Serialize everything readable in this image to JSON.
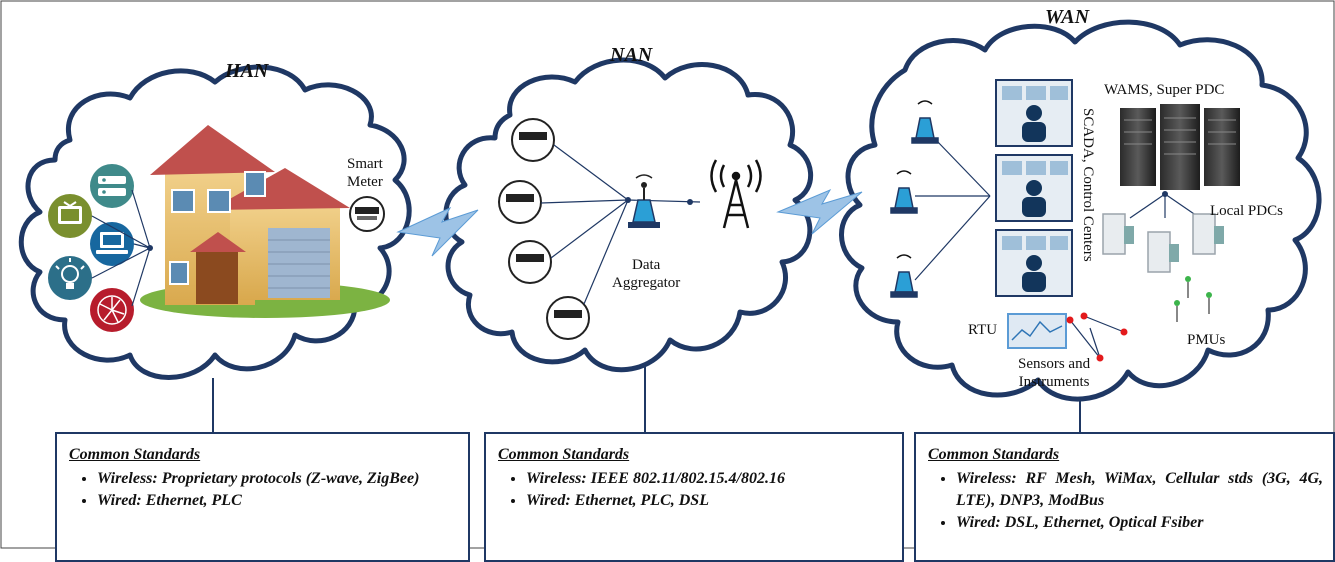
{
  "han": {
    "title": "HAN",
    "smart_meter_label_1": "Smart",
    "smart_meter_label_2": "Meter"
  },
  "nan": {
    "title": "NAN",
    "aggregator_label_1": "Data",
    "aggregator_label_2": "Aggregator"
  },
  "wan": {
    "title": "WAN",
    "wams_label": "WAMS, Super PDC",
    "scada_label": "SCADA, Control Centers",
    "local_pdcs_label": "Local PDCs",
    "rtu_label": "RTU",
    "sensors_label_1": "Sensors and",
    "sensors_label_2": "Instruments",
    "pmus_label": "PMUs"
  },
  "standards": {
    "han": {
      "heading": "Common Standards",
      "items": [
        "Wireless: Proprietary protocols (Z-wave, ZigBee)",
        "Wired: Ethernet, PLC"
      ]
    },
    "nan": {
      "heading": "Common Standards",
      "items": [
        "Wireless: IEEE 802.11/802.15.4/802.16",
        "Wired: Ethernet, PLC, DSL"
      ]
    },
    "wan": {
      "heading": "Common Standards",
      "items": [
        "Wireless: RF Mesh, WiMax, Cellular stds (3G, 4G, LTE), DNP3, ModBus",
        "Wired: DSL, Ethernet, Optical Fsiber"
      ]
    }
  },
  "colors": {
    "cloud_stroke": "#1f3864",
    "link": "#1f3864",
    "bolt": "#9dc3e6",
    "roof": "#c0504d"
  }
}
